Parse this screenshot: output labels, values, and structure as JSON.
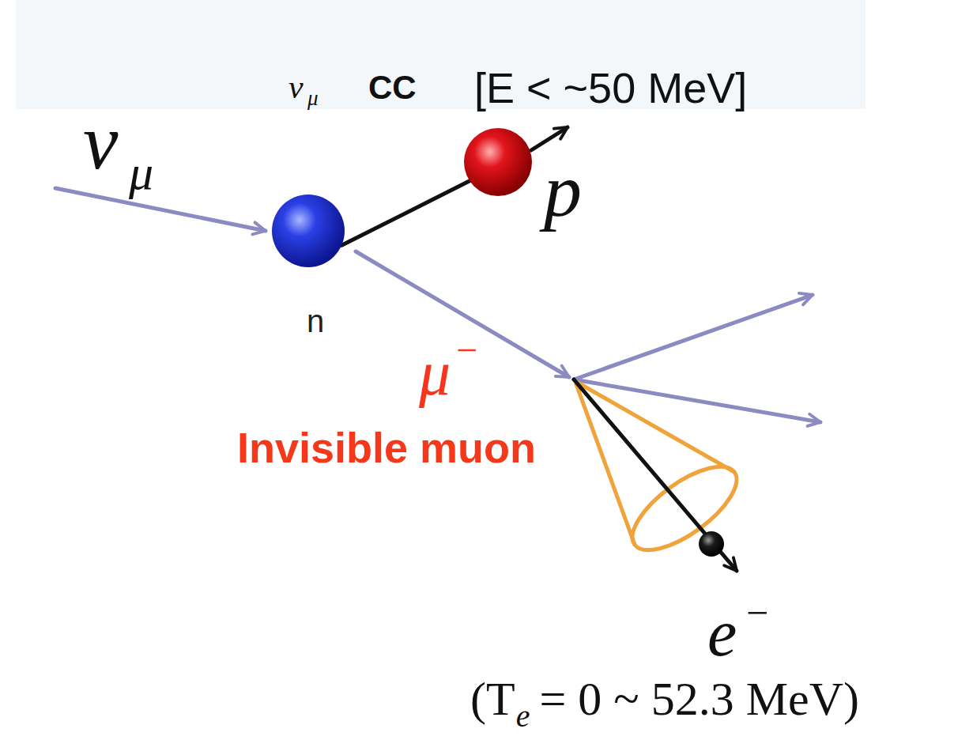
{
  "diagram": {
    "nodes": [
      {
        "text": [
          "n"
        ]
      },
      {
        "text": [
          "p"
        ]
      },
      {
        "text": [
          "e",
          "−"
        ]
      }
    ],
    "edges": [
      {
        "from": 0,
        "to": 1,
        "arrow": "none"
      }
    ],
    "labels": [
      "ν",
      "μ",
      "ν",
      "μ",
      "CC",
      "[E < ~50 MeV]",
      "μ",
      "−",
      "Invisible muon",
      "(T",
      "e",
      "= 0 ~ 52.3 MeV)"
    ]
  }
}
